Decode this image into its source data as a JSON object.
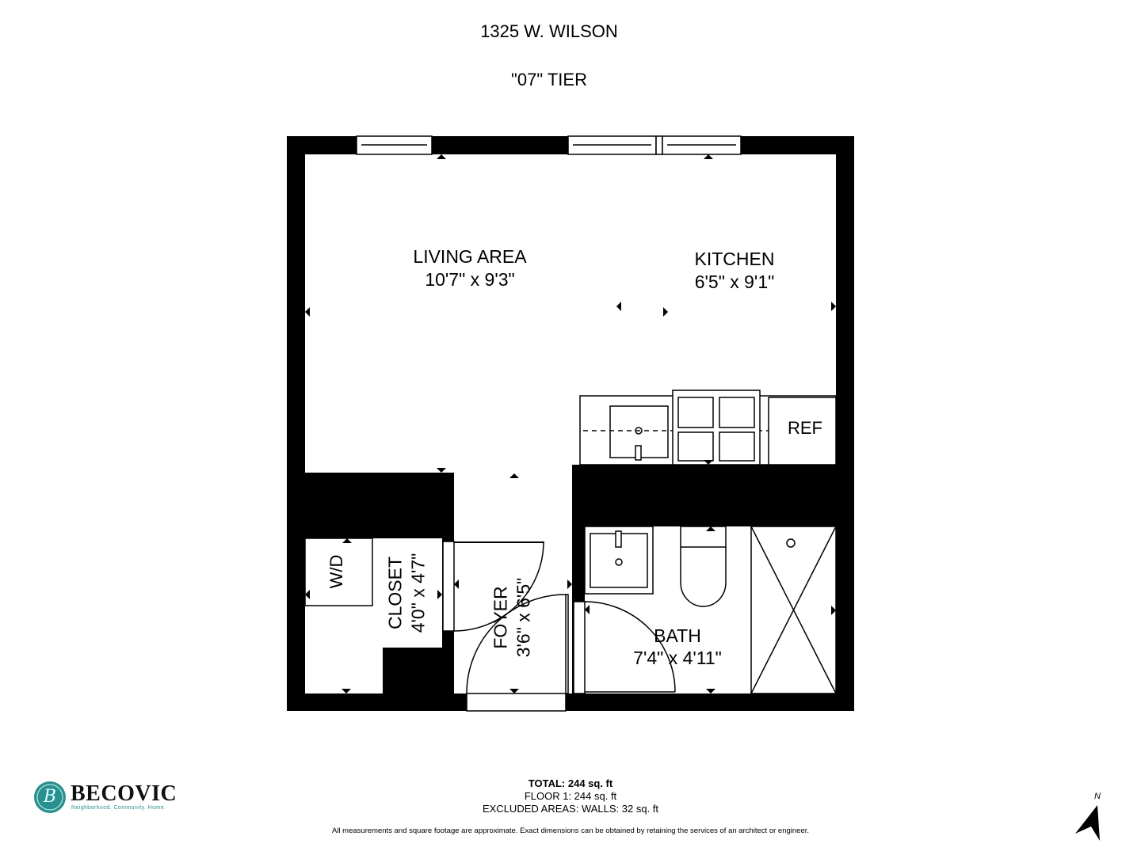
{
  "header": {
    "address": "1325 W. WILSON",
    "tier": "\"07\" TIER"
  },
  "rooms": {
    "living": {
      "name": "LIVING AREA",
      "dims": "10'7\" x 9'3\""
    },
    "kitchen": {
      "name": "KITCHEN",
      "dims": "6'5\" x 9'1\""
    },
    "ref": {
      "name": "REF"
    },
    "wd": {
      "name": "W/D"
    },
    "closet": {
      "name": "CLOSET",
      "dims": "4'0\" x 4'7\""
    },
    "foyer": {
      "name": "FOYER",
      "dims": "3'6\" x 6'5\""
    },
    "bath": {
      "name": "BATH",
      "dims": "7'4\" x 4'11\""
    }
  },
  "footer": {
    "total": "TOTAL: 244 sq. ft",
    "floor1": "FLOOR 1: 244 sq. ft",
    "excluded": "EXCLUDED AREAS: WALLS: 32 sq. ft",
    "disclaimer": "All measurements and square footage are approximate. Exact dimensions can be obtained by retaining the services of an architect or engineer.",
    "north": "N"
  },
  "logo": {
    "name": "BECOVIC",
    "tagline": "Neighborhood. Community. Home.",
    "initial": "B",
    "color": "#2a8f8f"
  }
}
